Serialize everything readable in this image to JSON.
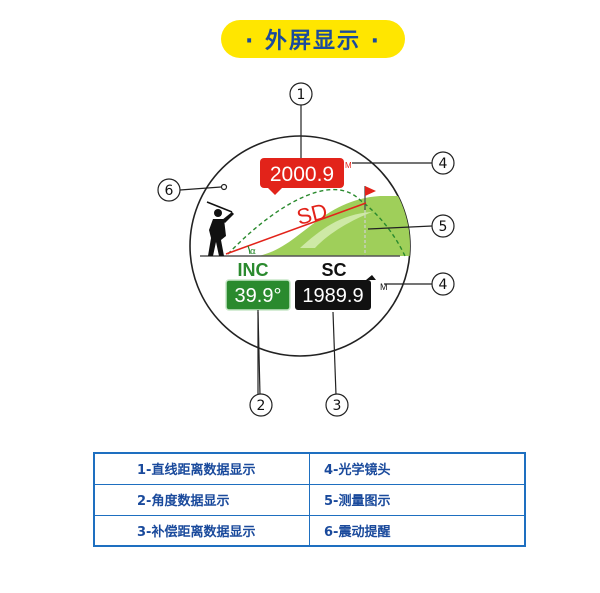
{
  "title": "· 外屏显示 ·",
  "screen": {
    "distance_value": "2000.9",
    "distance_unit": "M",
    "sd_label": "SD",
    "alpha_label": "α",
    "inc_label": "INC",
    "sc_label": "SC",
    "angle_value": "39.9°",
    "sc_value": "1989.9",
    "sc_unit": "M"
  },
  "callouts": {
    "c1": "1",
    "c2": "2",
    "c3": "3",
    "c4a": "4",
    "c4b": "4",
    "c5": "5",
    "c6": "6"
  },
  "legend": [
    [
      "1-直线距离数据显示",
      "4-光学镜头"
    ],
    [
      "2-角度数据显示",
      "5-测量图示"
    ],
    [
      "3-补偿距离数据显示",
      "6-震动提醒"
    ]
  ],
  "colors": {
    "title_bg": "#ffe600",
    "title_text": "#1a4a9c",
    "distance_box": "#e2231a",
    "angle_box": "#2a8a2e",
    "sc_box": "#111111",
    "table_border": "#1e6fc0"
  }
}
